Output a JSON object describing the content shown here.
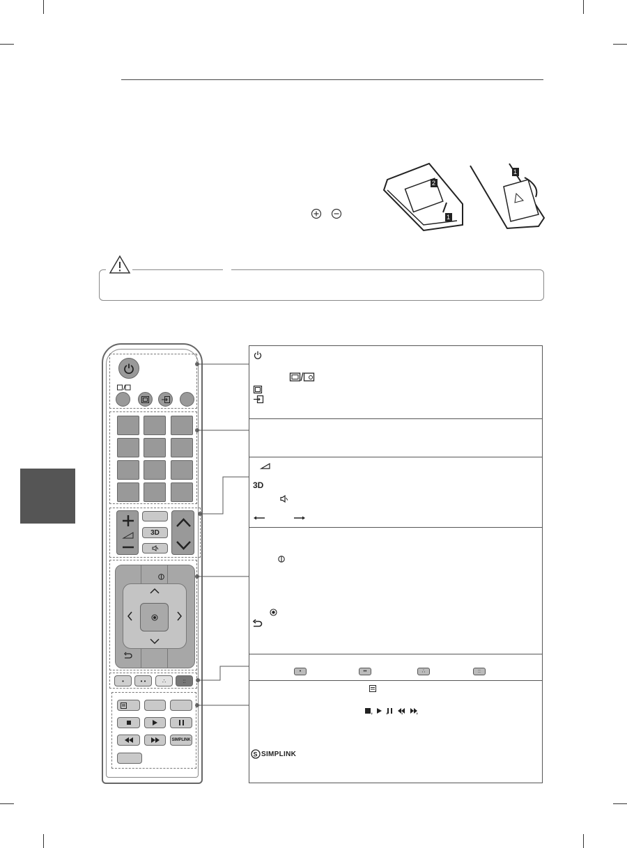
{
  "icons": {
    "power": "power-icon",
    "tv_radio": "tv-radio-icon",
    "subtitle": "subtitle-icon",
    "input": "input-icon",
    "volume": "volume-icon",
    "three_d": "3d-icon",
    "mute": "mute-icon",
    "page_left": "arrow-left-icon",
    "page_right": "arrow-right-icon",
    "info": "info-icon",
    "ok": "ok-icon",
    "back": "back-icon",
    "teletext": "teletext-icon",
    "stop": "stop-icon",
    "play": "play-icon",
    "pause": "pause-icon",
    "rewind": "rewind-icon",
    "fast_forward": "fast-forward-icon"
  },
  "remote": {
    "three_d_label": "3D",
    "simplink_label": "SIMPLINK"
  },
  "legend": {
    "three_d_label": "3D",
    "playback_symbols": ", , , , ",
    "simplink_label": "SIMPLINK"
  },
  "colors": {
    "button_dark": "#999999",
    "button_light": "#d0d0d0",
    "tab": "#555555"
  }
}
